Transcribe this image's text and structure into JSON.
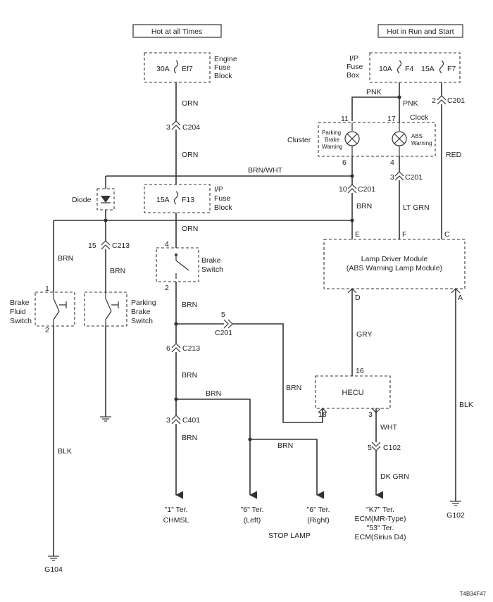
{
  "headers": {
    "hot_all": "Hot at all Times",
    "hot_run": "Hot in Run and Start"
  },
  "engine_fuse": {
    "amp": "30A",
    "id": "Ef7",
    "label1": "Engine",
    "label2": "Fuse",
    "label3": "Block"
  },
  "ip_fuse_box": {
    "label1": "I/P",
    "label2": "Fuse",
    "label3": "Box",
    "f4_amp": "10A",
    "f4_id": "F4",
    "f7_amp": "15A",
    "f7_id": "F7"
  },
  "ip_fuse_block": {
    "amp": "15A",
    "id": "F13",
    "label1": "I/P",
    "label2": "Fuse",
    "label3": "Block"
  },
  "wires": {
    "orn": "ORN",
    "pnk": "PNK",
    "red": "RED",
    "brn_wht": "BRN/WHT",
    "brn": "BRN",
    "lt_grn": "LT GRN",
    "gry": "GRY",
    "blk": "BLK",
    "wht": "WHT",
    "dk_grn": "DK GRN"
  },
  "connectors": {
    "c204": "C204",
    "c201": "C201",
    "c213": "C213",
    "c401": "C401",
    "c102": "C102"
  },
  "pins": {
    "p1": "1",
    "p2": "2",
    "p3": "3",
    "p4": "4",
    "p5": "5",
    "p6": "6",
    "p10": "10",
    "p11": "11",
    "p15": "15",
    "p16": "16",
    "p17": "17",
    "p18": "18",
    "pA": "A",
    "pC": "C",
    "pD": "D",
    "pE": "E",
    "pF": "F"
  },
  "cluster": {
    "label": "Cluster",
    "clock": "Clock",
    "parking1": "Parking",
    "parking2": "Brake",
    "parking3": "Warning",
    "abs1": "ABS",
    "abs2": "Warning"
  },
  "diode": "Diode",
  "brake_switch": {
    "l1": "Brake",
    "l2": "Switch"
  },
  "brake_fluid_switch": {
    "l1": "Brake",
    "l2": "Fluid",
    "l3": "Switch"
  },
  "parking_brake_switch": {
    "l1": "Parking",
    "l2": "Brake",
    "l3": "Switch"
  },
  "lamp_driver": {
    "l1": "Lamp Driver Module",
    "l2": "(ABS Warning Lamp Module)"
  },
  "hecu": "HECU",
  "terminals": {
    "chmsl1": "\"1\" Ter.",
    "chmsl2": "CHMSL",
    "left1": "\"6\" Ter.",
    "left2": "(Left)",
    "right1": "\"6\" Ter.",
    "right2": "(Right)",
    "ecm1": "\"K7\" Ter.",
    "ecm2": "ECM(MR-Type)",
    "ecm3": "\"53\" Ter.",
    "ecm4": "ECM(Sirius D4)"
  },
  "stop_lamp": "STOP LAMP",
  "grounds": {
    "g104": "G104",
    "g102": "G102"
  },
  "figure_code": "T4B34F47"
}
